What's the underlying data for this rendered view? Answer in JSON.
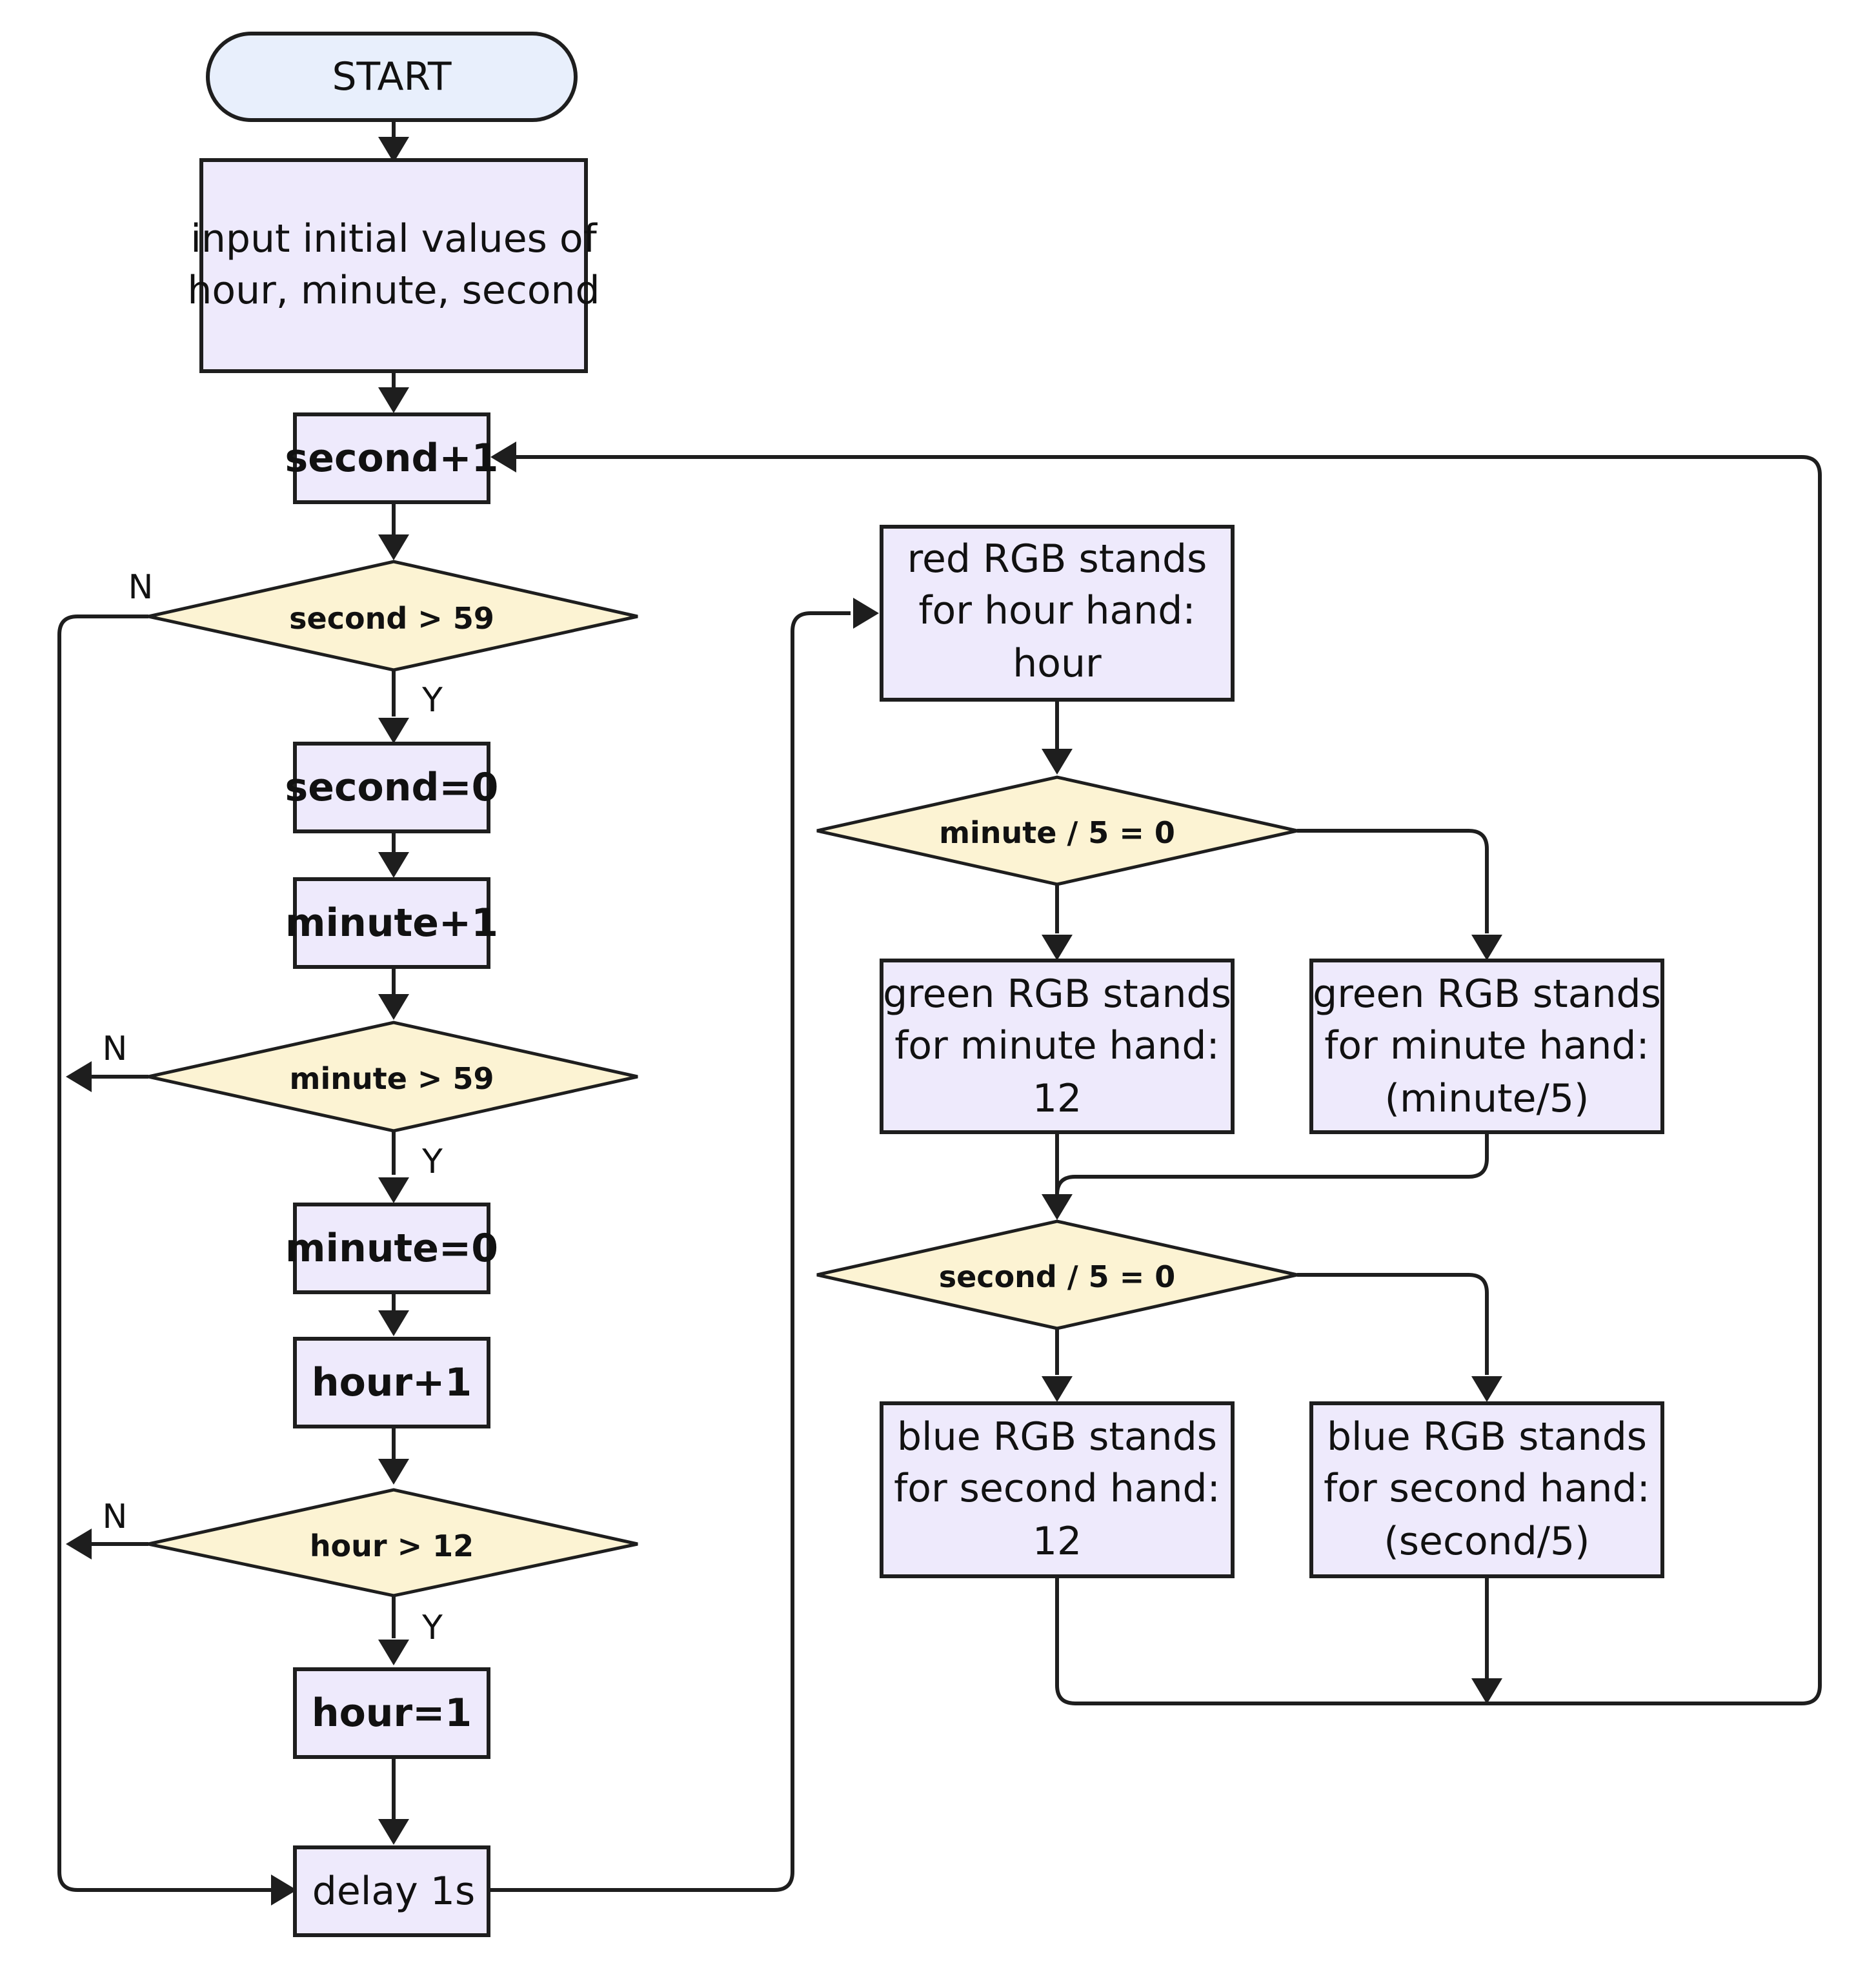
{
  "nodes": {
    "start": "START",
    "input_values": [
      "input initial values of",
      "hour, minute, second"
    ],
    "second_inc": "second+1",
    "cond_second_gt_59": "second > 59",
    "second_reset": "second=0",
    "minute_inc": "minute+1",
    "cond_minute_gt_59": "minute > 59",
    "minute_reset": "minute=0",
    "hour_inc": "hour+1",
    "cond_hour_gt_12": "hour > 12",
    "hour_reset": "hour=1",
    "delay": "delay 1s",
    "red_hour_hand": [
      "red RGB stands",
      "for hour hand:",
      "hour"
    ],
    "cond_minute_div5": "minute / 5 = 0",
    "green_minute_12": [
      "green RGB stands",
      "for minute hand:",
      "12"
    ],
    "green_minute_div5": [
      "green RGB stands",
      "for minute hand:",
      "(minute/5)"
    ],
    "cond_second_div5": "second / 5 = 0",
    "blue_second_12": [
      "blue RGB stands",
      "for second hand:",
      "12"
    ],
    "blue_second_div5": [
      "blue RGB stands",
      "for second hand:",
      "(second/5)"
    ]
  },
  "edge_labels": {
    "yes": "Y",
    "no": "N"
  }
}
